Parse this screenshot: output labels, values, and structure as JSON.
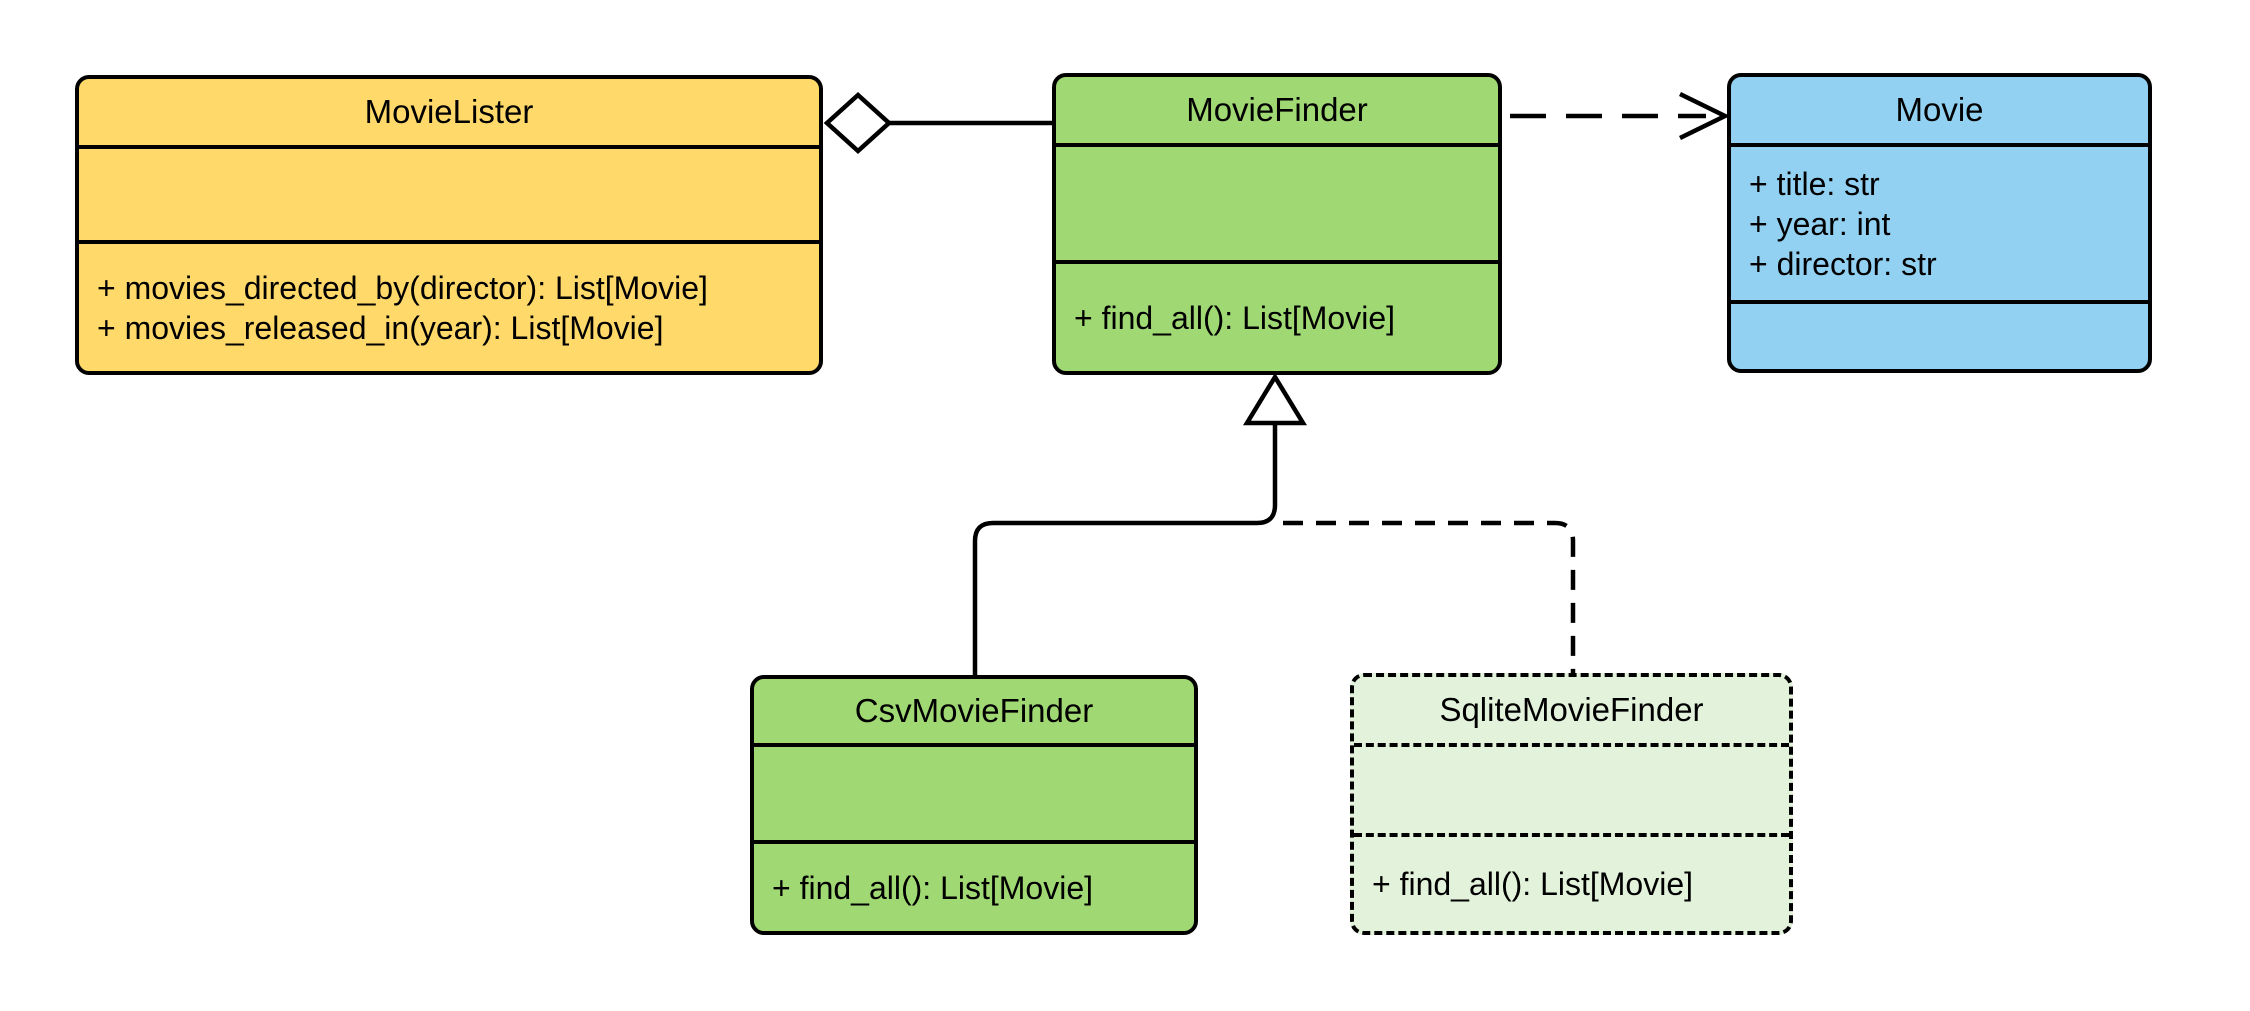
{
  "classes": {
    "movie_lister": {
      "name": "MovieLister",
      "attributes": [],
      "methods": [
        "+ movies_directed_by(director): List[Movie]",
        "+ movies_released_in(year): List[Movie]"
      ],
      "fill": "#FFD96A",
      "border_style": "solid"
    },
    "movie_finder": {
      "name": "MovieFinder",
      "attributes": [],
      "methods": [
        "+ find_all(): List[Movie]"
      ],
      "fill": "#A0D873",
      "border_style": "solid"
    },
    "movie": {
      "name": "Movie",
      "attributes": [
        "+ title: str",
        "+ year: int",
        "+ director: str"
      ],
      "methods": [],
      "fill": "#92D1F2",
      "border_style": "solid"
    },
    "csv_movie_finder": {
      "name": "CsvMovieFinder",
      "attributes": [],
      "methods": [
        "+ find_all(): List[Movie]"
      ],
      "fill": "#A0D873",
      "border_style": "solid"
    },
    "sqlite_movie_finder": {
      "name": "SqliteMovieFinder",
      "attributes": [],
      "methods": [
        "+ find_all(): List[Movie]"
      ],
      "fill": "#E3F2DB",
      "border_style": "dashed"
    }
  },
  "relationships": [
    {
      "type": "aggregation",
      "from": "MovieLister",
      "to": "MovieFinder",
      "marker": "hollow-diamond",
      "line": "solid"
    },
    {
      "type": "dependency",
      "from": "MovieFinder",
      "to": "Movie",
      "marker": "open-arrow",
      "line": "dashed"
    },
    {
      "type": "generalization",
      "from": "CsvMovieFinder",
      "to": "MovieFinder",
      "marker": "hollow-triangle",
      "line": "solid"
    },
    {
      "type": "realization",
      "from": "SqliteMovieFinder",
      "to": "MovieFinder",
      "marker": "hollow-triangle",
      "line": "dashed"
    }
  ],
  "colors": {
    "yellow": "#FFD96A",
    "green": "#A0D873",
    "blue": "#92D1F2",
    "light_green": "#E3F2DB",
    "line": "#000000",
    "background": "#FFFFFF"
  }
}
